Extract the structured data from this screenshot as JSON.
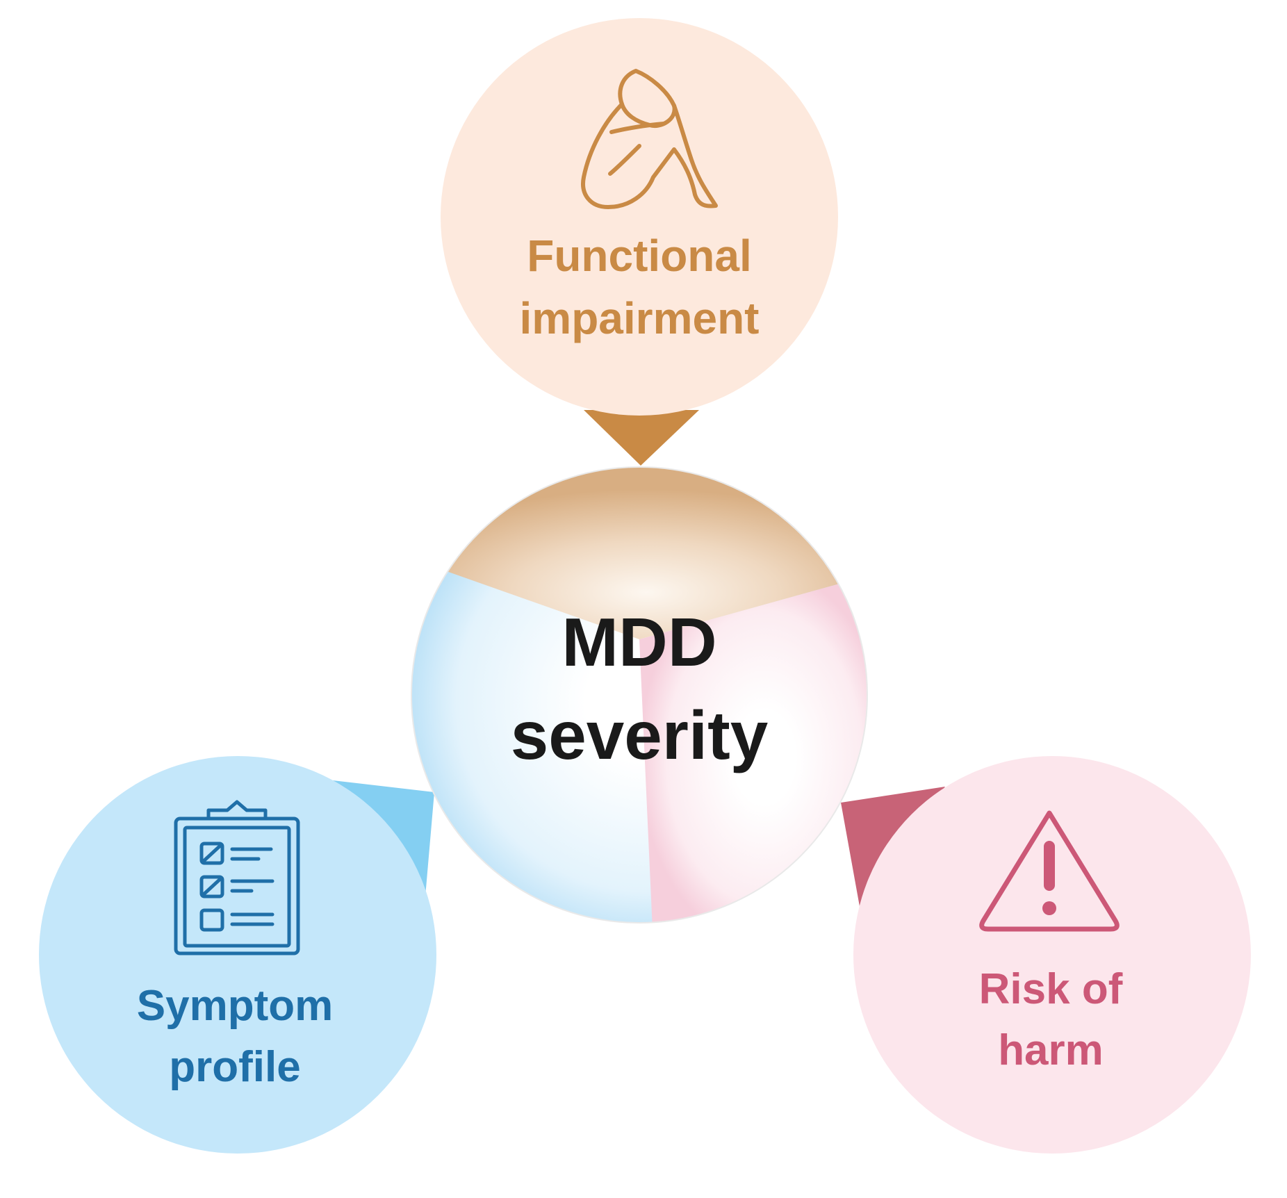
{
  "center": {
    "line1": "MDD",
    "line2": "severity",
    "text_color": "#1a1a1a"
  },
  "nodes": {
    "functional": {
      "line1": "Functional",
      "line2": "impairment",
      "icon": "person-hugging-knees-icon",
      "text_color": "#c98a45",
      "fill_color": "#fde9dd",
      "connector_color": "#c98a45"
    },
    "symptom": {
      "line1": "Symptom",
      "line2": "profile",
      "icon": "clipboard-checklist-icon",
      "text_color": "#1f6fa8",
      "fill_color": "#c4e7fa",
      "connector_color": "#84cff2"
    },
    "risk": {
      "line1": "Risk of",
      "line2": "harm",
      "icon": "warning-triangle-icon",
      "text_color": "#cc5877",
      "fill_color": "#fce6ec",
      "connector_color": "#c86377"
    }
  }
}
